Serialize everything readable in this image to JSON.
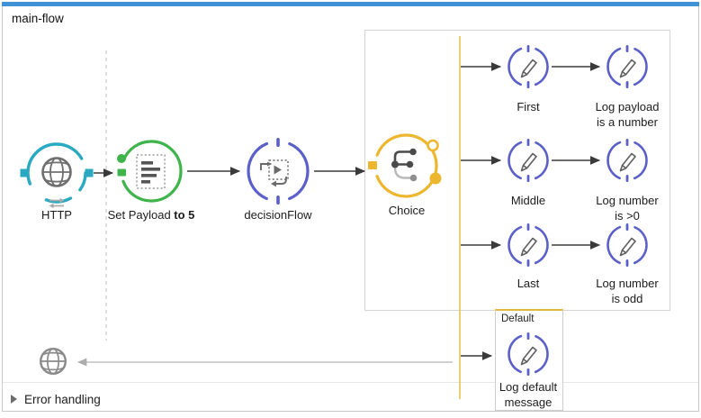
{
  "flow": {
    "title": "main-flow",
    "error_handling_label": "Error handling"
  },
  "nodes": {
    "http": {
      "label": "HTTP"
    },
    "set_payload": {
      "label_prefix": "Set Payload ",
      "label_bold": "to 5"
    },
    "decision_flow": {
      "label": "decisionFlow"
    },
    "choice": {
      "label": "Choice"
    },
    "first": {
      "label": "First"
    },
    "log_payload": {
      "line1": "Log payload",
      "line2": "is a number"
    },
    "middle": {
      "label": "Middle"
    },
    "log_gt0": {
      "line1": "Log number",
      "line2": "is >0"
    },
    "last": {
      "label": "Last"
    },
    "log_odd": {
      "line1": "Log number",
      "line2": "is odd"
    },
    "default_scope": {
      "label": "Default"
    },
    "log_default": {
      "line1": "Log default",
      "line2": "message"
    }
  },
  "icons": {
    "http": "globe-icon",
    "set_payload": "payload-document-icon",
    "decision_flow": "flow-reference-icon",
    "choice": "branch-icon",
    "logger": "pencil-icon",
    "error_source": "globe-icon",
    "error_handling": "expand-triangle-icon"
  },
  "colors": {
    "top_bar_blue": "#4191d6",
    "http_teal": "#2aa9c2",
    "set_payload_green": "#3eb44b",
    "flow_ref_indigo": "#5a60c8",
    "logger_indigo": "#5a60c8",
    "choice_amber": "#ecb62f",
    "branch_rail_yellow": "#e3b93d",
    "arrow_black": "#3a3a3a",
    "arrow_gray": "#adadad"
  }
}
